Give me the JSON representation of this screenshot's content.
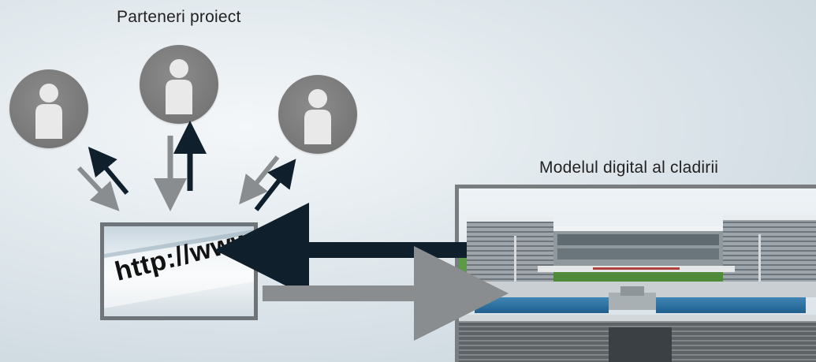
{
  "labels": {
    "partners": "Parteneri proiect",
    "model": "Modelul digital al cladirii"
  },
  "browser": {
    "url_text": "http://www"
  },
  "colors": {
    "dark_arrow": "#0f1f2c",
    "gray_arrow": "#8a8d90",
    "avatar_circle": "#7a7a7a",
    "avatar_figure": "#e9e9e9"
  },
  "icons": [
    "user-icon",
    "user-icon",
    "user-icon"
  ]
}
